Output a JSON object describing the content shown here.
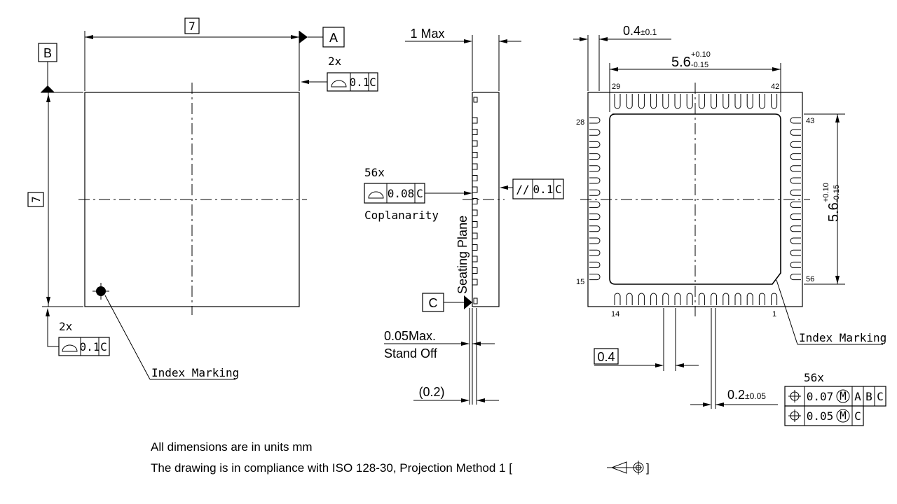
{
  "top_view": {
    "width_dim": "7",
    "height_dim": "7",
    "datum_a": "A",
    "datum_b": "B",
    "flatness_count": "2x",
    "flatness_value": "0.1",
    "flatness_datum": "C",
    "flatness2_count": "2x",
    "flatness2_value": "0.1",
    "flatness2_datum": "C",
    "index_marking": "Index Marking"
  },
  "side_view": {
    "max_height": "1 Max",
    "coplanarity_count": "56x",
    "coplanarity_value": "0.08",
    "coplanarity_datum": "C",
    "coplanarity_label": "Coplanarity",
    "parallelism_symbol": "//",
    "parallelism_value": "0.1",
    "parallelism_datum": "C",
    "seating_plane": "Seating Plane",
    "datum_c": "C",
    "standoff_value": "0.05Max.",
    "standoff_label": "Stand Off",
    "thickness_ref": "(0.2)"
  },
  "bottom_view": {
    "lead_width_top": "0.4",
    "lead_width_top_tol": "±0.1",
    "span_h": "5.6",
    "span_h_tol_plus": "+0.10",
    "span_h_tol_minus": "-0.15",
    "span_v": "5.6",
    "span_v_tol_plus": "+0.10",
    "span_v_tol_minus": "-0.15",
    "pin_29": "29",
    "pin_42": "42",
    "pin_28": "28",
    "pin_43": "43",
    "pin_15": "15",
    "pin_56": "56",
    "pin_14": "14",
    "pin_1": "1",
    "index_marking": "Index Marking",
    "pitch": "0.4",
    "lead_width": "0.2",
    "lead_width_tol": "±0.05",
    "position_count": "56x",
    "position_value_1": "0.07",
    "position_modifier": "M",
    "position_datum_a": "A",
    "position_datum_b": "B",
    "position_datum_c": "C",
    "position_value_2": "0.05",
    "position_datum_2": "C"
  },
  "notes": {
    "line_1": "All dimensions are in units mm",
    "line_2": "The drawing is in compliance with ISO 128-30, Projection Method 1 [",
    "line_2_end": "]"
  }
}
